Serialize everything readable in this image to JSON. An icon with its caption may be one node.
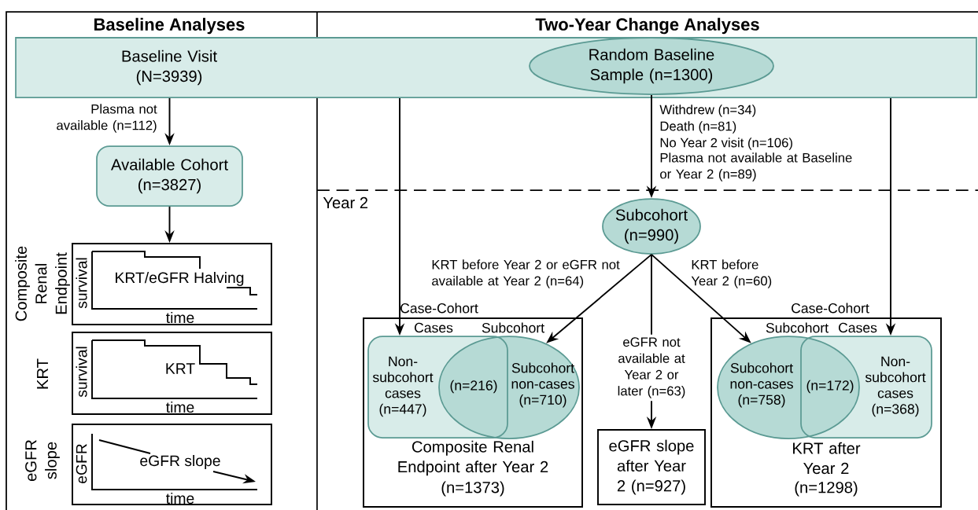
{
  "diagram": {
    "nodes": [
      {
        "text": [
          "Baseline Visit (N=3939)"
        ]
      },
      {
        "text": [
          "Random Baseline Sample (n=1300)"
        ],
        "in": 0
      },
      {
        "text": [
          "Available Cohort (n=3827)"
        ]
      },
      {
        "text": [
          "survival",
          "KRT/eGFR Halving",
          "time"
        ],
        "beside": [
          "Composite Renal Endpoint"
        ]
      },
      {
        "text": [
          "survival",
          "KRT",
          "time"
        ],
        "beside": [
          "KRT"
        ]
      },
      {
        "text": [
          "eGFR",
          "eGFR slope",
          "time"
        ],
        "beside": [
          "eGFR slope"
        ]
      },
      {
        "text": [
          "Subcohort (n=990)"
        ]
      },
      {
        "text": [
          "Case-Cohort",
          "Composite Renal Endpoint after Year 2",
          "(n=1373)"
        ]
      },
      {
        "text": [
          "Cases",
          "Non-subcohort cases (n=447)"
        ],
        "in": 7
      },
      {
        "text": [
          "Subcohort",
          "Subcohort non-cases (n=710)"
        ],
        "in": 7
      },
      {
        "text": [
          "eGFR slope after Year 2 (n=927)"
        ]
      },
      {
        "text": [
          "Case-Cohort",
          "KRT after Year 2",
          "(n=1298)"
        ]
      },
      {
        "text": [
          "Subcohort",
          "Subcohort non-cases (n=758)"
        ],
        "in": 11
      },
      {
        "text": [
          "Cases",
          "Non-subcohort cases (n=368)"
        ],
        "in": 11
      }
    ],
    "edges": [
      {
        "from": 0,
        "to": 2,
        "arrow": "to",
        "label": "Plasma not available (n=112)"
      },
      {
        "from": 2,
        "to": 3,
        "arrow": "to"
      },
      {
        "from": 0,
        "to": 8,
        "arrow": "to"
      },
      {
        "from": 1,
        "to": 6,
        "arrow": "to"
      },
      {
        "from": 0,
        "to": 13,
        "arrow": "to"
      },
      {
        "from": 6,
        "to": 9,
        "arrow": "to",
        "label": "KRT before Year 2 or eGFR not available at Year 2 (n=64)"
      },
      {
        "from": 6,
        "to": 10,
        "arrow": "to",
        "label": "eGFR not available at Year 2 or later (n=63)"
      },
      {
        "from": 6,
        "to": 12,
        "arrow": "to",
        "label": "KRT before Year 2 (n=60)"
      }
    ],
    "labels": [
      "Baseline Analyses",
      "Two-Year Change Analyses",
      "Withdrew (n=34)",
      "Death (n=81)",
      "No Year 2 visit (n=106)",
      "Plasma not available at Baseline or Year 2 (n=89)",
      "Year 2",
      "(n=216)",
      "(n=172)"
    ]
  }
}
